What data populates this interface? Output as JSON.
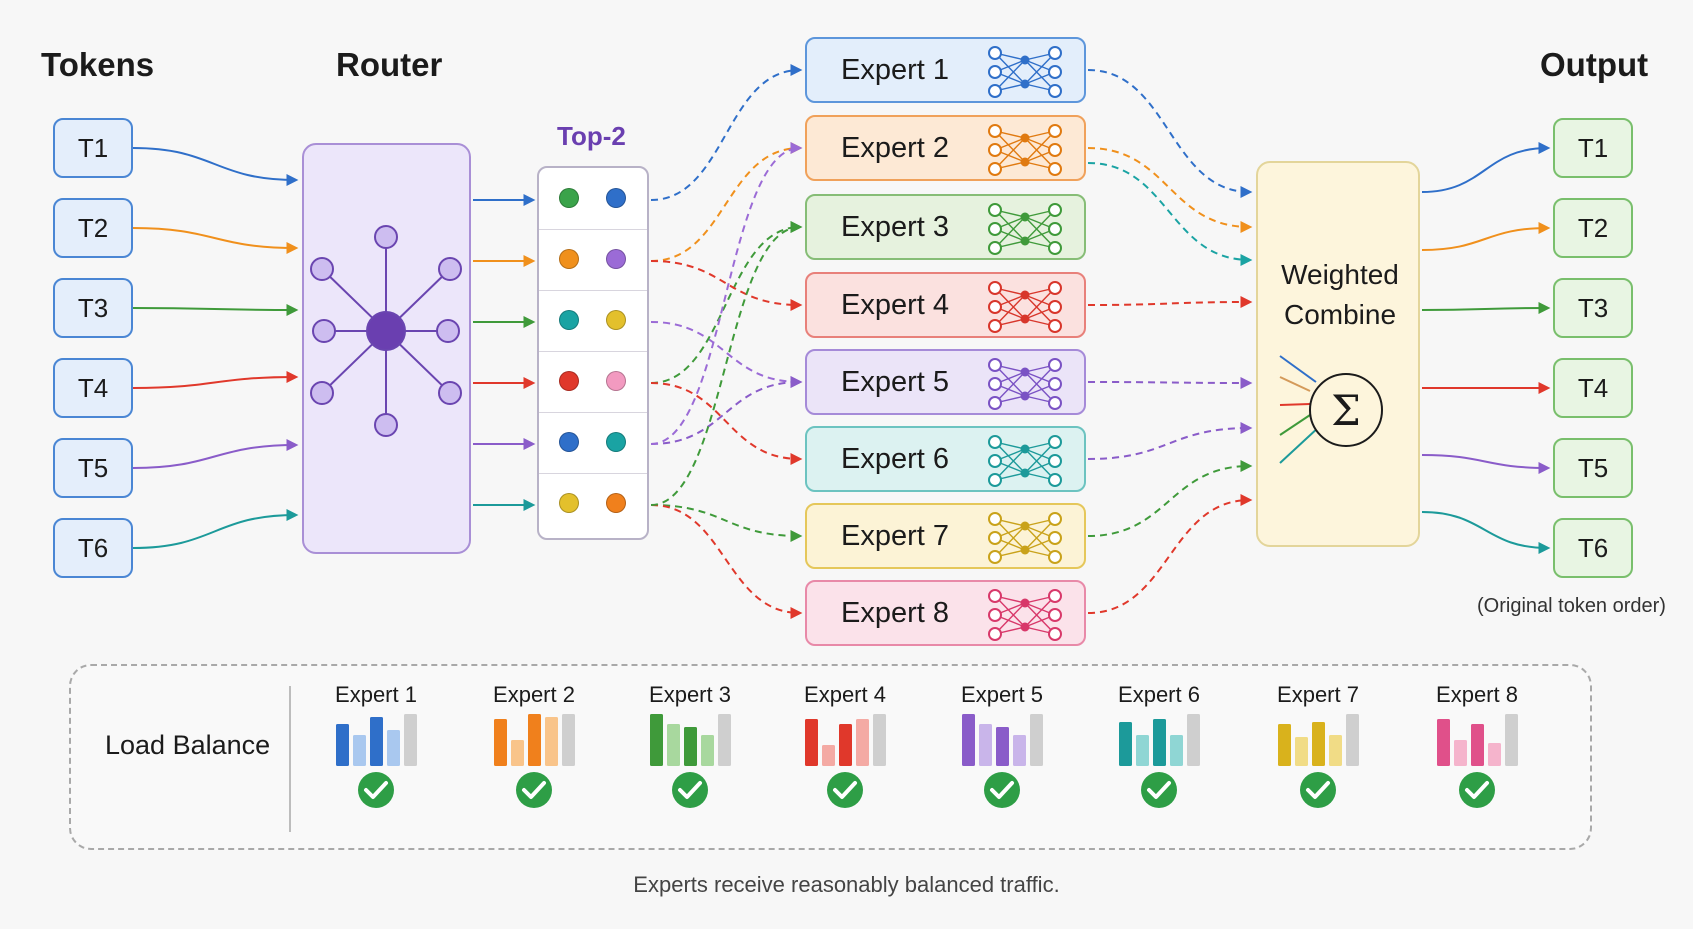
{
  "headings": {
    "tokens": "Tokens",
    "router": "Router",
    "top2": "Top-2",
    "output": "Output"
  },
  "tokens_in": [
    {
      "label": "T1",
      "color": "#2f6fc9"
    },
    {
      "label": "T2",
      "color": "#f0901c"
    },
    {
      "label": "T3",
      "color": "#3f9a3a"
    },
    {
      "label": "T4",
      "color": "#e0382b"
    },
    {
      "label": "T5",
      "color": "#8a5cc9"
    },
    {
      "label": "T6",
      "color": "#1c9a9a"
    }
  ],
  "tokens_out": [
    "T1",
    "T2",
    "T3",
    "T4",
    "T5",
    "T6"
  ],
  "output_note": "(Original token order)",
  "top2_slots": [
    {
      "a": "#3aa34a",
      "b": "#2f6fc9"
    },
    {
      "a": "#f0901c",
      "b": "#9b6bd6"
    },
    {
      "a": "#1aa3a3",
      "b": "#e3c02c"
    },
    {
      "a": "#e0382b",
      "b": "#f29ac0"
    },
    {
      "a": "#2f6fc9",
      "b": "#1aa3a3"
    },
    {
      "a": "#e3c02c",
      "b": "#f0801c"
    }
  ],
  "experts": [
    {
      "label": "Expert 1",
      "fill": "#e3eefb",
      "border": "#5d96db",
      "node": "#2f6fc9"
    },
    {
      "label": "Expert 2",
      "fill": "#fde9d5",
      "border": "#f0a15a",
      "node": "#e07a10"
    },
    {
      "label": "Expert 3",
      "fill": "#e6f2de",
      "border": "#86bd76",
      "node": "#3f9a3a"
    },
    {
      "label": "Expert 4",
      "fill": "#fbe1df",
      "border": "#e8807a",
      "node": "#d8362b"
    },
    {
      "label": "Expert 5",
      "fill": "#ebe4f8",
      "border": "#a58ad8",
      "node": "#7a52c4"
    },
    {
      "label": "Expert 6",
      "fill": "#dcf2f1",
      "border": "#6cc3c0",
      "node": "#1c9a9a"
    },
    {
      "label": "Expert 7",
      "fill": "#fcf3d6",
      "border": "#e5c75a",
      "node": "#c9a21a"
    },
    {
      "label": "Expert 8",
      "fill": "#fbe2ea",
      "border": "#e889a8",
      "node": "#d8386a"
    }
  ],
  "combine": {
    "line1": "Weighted",
    "line2": "Combine",
    "symbol": "Σ"
  },
  "load_balance": {
    "title": "Load Balance",
    "status_icon": "check-circle-icon",
    "check_color": "#2e9e46",
    "columns": [
      {
        "label": "Expert 1",
        "dark": "#2f6fc9",
        "light": "#a9c8ef"
      },
      {
        "label": "Expert 2",
        "dark": "#f0801c",
        "light": "#f9c48a"
      },
      {
        "label": "Expert 3",
        "dark": "#3f9a3a",
        "light": "#a8d89e"
      },
      {
        "label": "Expert 4",
        "dark": "#e0382b",
        "light": "#f4aaa4"
      },
      {
        "label": "Expert 5",
        "dark": "#8a5cc9",
        "light": "#c9b5ea"
      },
      {
        "label": "Expert 6",
        "dark": "#1c9a9a",
        "light": "#8fd6d4"
      },
      {
        "label": "Expert 7",
        "dark": "#d9b21c",
        "light": "#f1dc86"
      },
      {
        "label": "Expert 8",
        "dark": "#e0508a",
        "light": "#f5b4cc"
      }
    ]
  },
  "footer": "Experts receive reasonably balanced traffic."
}
